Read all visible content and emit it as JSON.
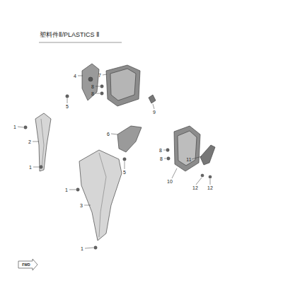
{
  "diagram": {
    "title": "塑料件Ⅱ/PLASTICS Ⅱ",
    "labels": [
      "7",
      "4",
      "8",
      "8",
      "5",
      "9",
      "1",
      "6",
      "2",
      "8",
      "8",
      "11",
      "1",
      "5",
      "10",
      "12",
      "12",
      "1",
      "3",
      "1",
      "FWD"
    ]
  }
}
